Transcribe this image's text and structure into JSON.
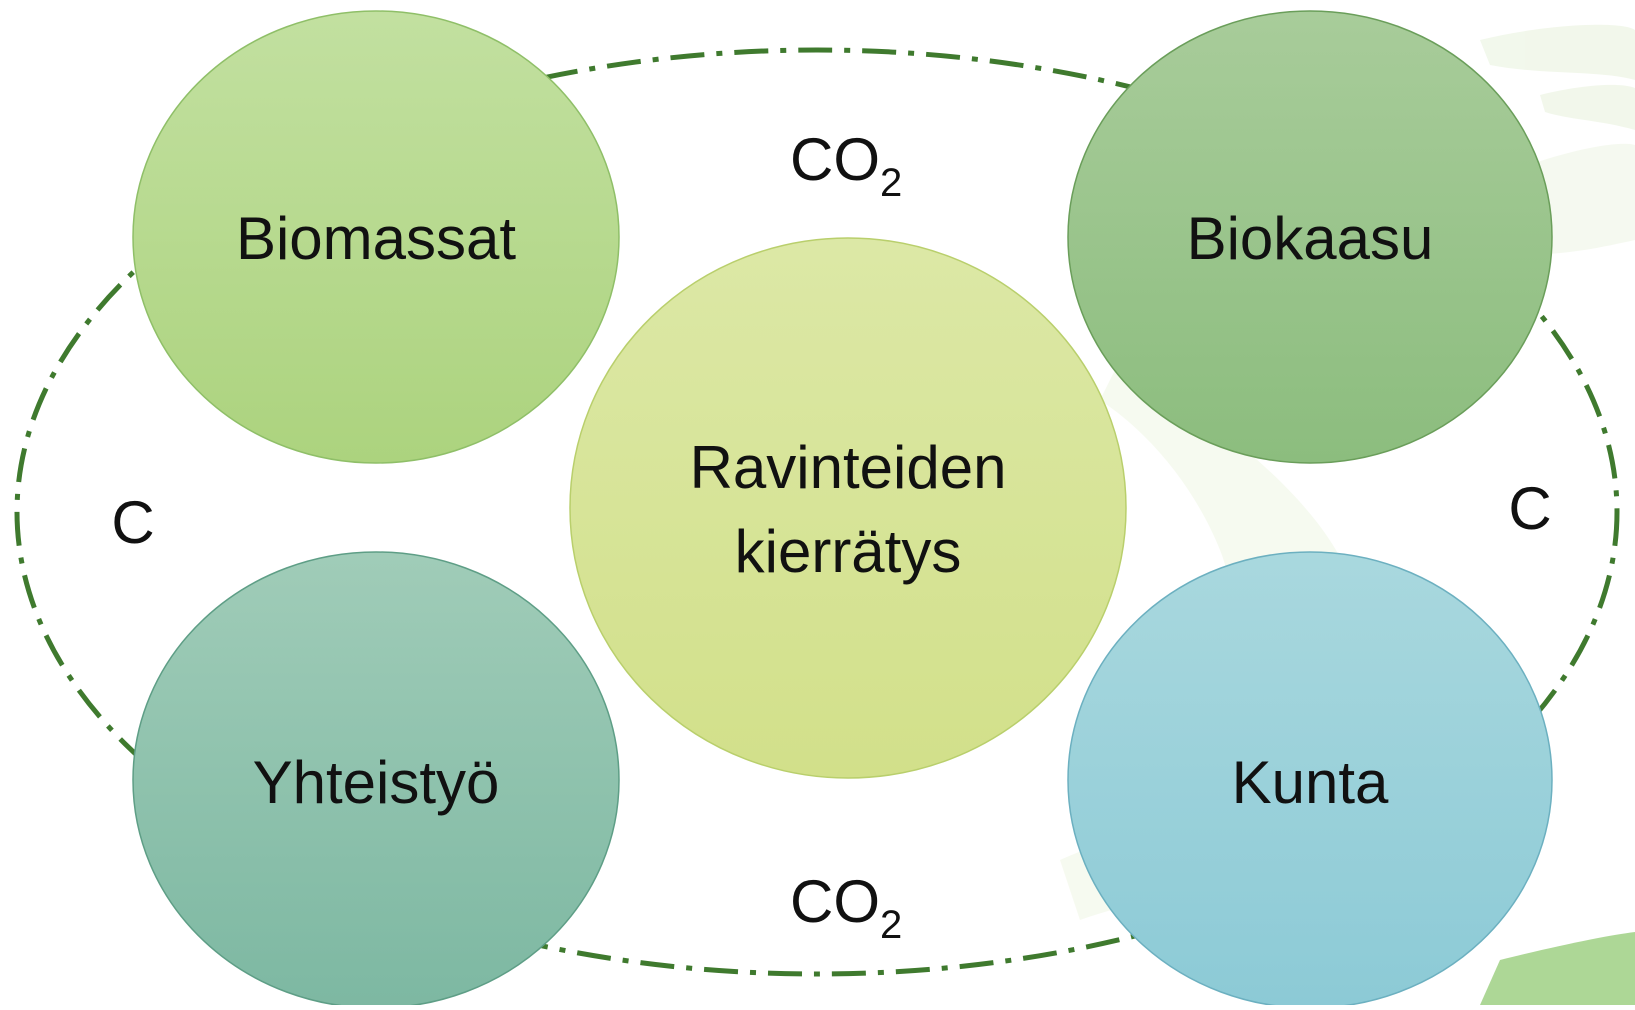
{
  "nodes": {
    "center": {
      "lines": [
        "Ravinteiden",
        "kierrätys"
      ]
    },
    "top_left": {
      "label": "Biomassat"
    },
    "top_right": {
      "label": "Biokaasu"
    },
    "bottom_left": {
      "label": "Yhteistyö"
    },
    "bottom_right": {
      "label": "Kunta"
    }
  },
  "cycle_labels": {
    "top": {
      "main": "CO",
      "sub": "2"
    },
    "bottom": {
      "main": "CO",
      "sub": "2"
    },
    "left": "C",
    "right": "C"
  },
  "colors": {
    "cycle_stroke": "#3f7a2e",
    "center_fill": "#d8e39a",
    "top_left_fill": "#b7d98f",
    "top_right_fill": "#98c28a",
    "bottom_left_fill": "#8fc2ad",
    "bottom_right_fill": "#9dd0dc",
    "background_swoosh": "#eef5e4"
  }
}
